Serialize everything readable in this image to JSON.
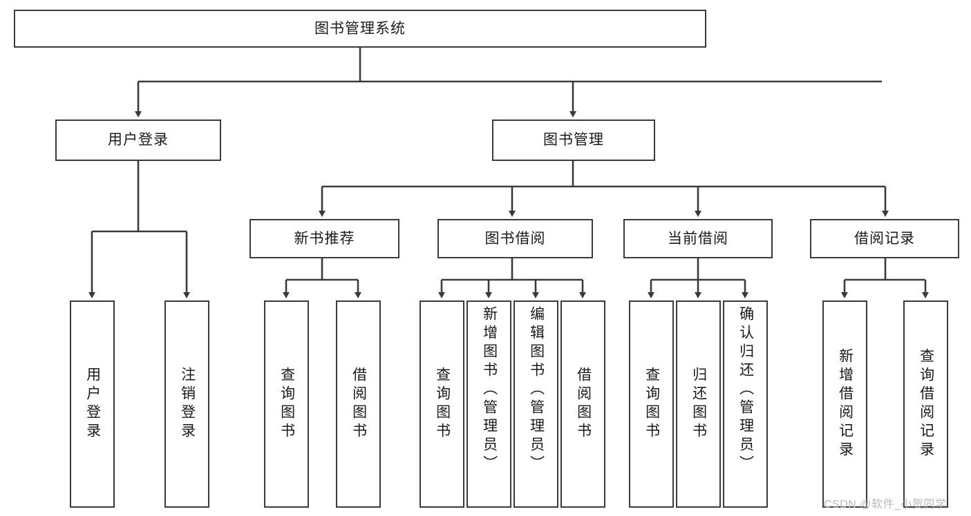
{
  "diagram": {
    "type": "tree-hierarchy-chart",
    "title": "图书管理系统",
    "accent_color": "#3a3a3a",
    "background_color": "#ffffff",
    "text_color": "#1a1a1a",
    "levels": [
      {
        "level": 1,
        "nodes": [
          {
            "id": "root",
            "label": "图书管理系统",
            "orientation": "horizontal"
          }
        ]
      },
      {
        "level": 2,
        "nodes": [
          {
            "id": "user-login",
            "label": "用户登录",
            "orientation": "horizontal"
          },
          {
            "id": "book-manage",
            "label": "图书管理",
            "orientation": "horizontal"
          }
        ]
      },
      {
        "level": 3,
        "nodes": [
          {
            "id": "new-book-recommend",
            "label": "新书推荐",
            "orientation": "horizontal"
          },
          {
            "id": "book-borrow",
            "label": "图书借阅",
            "orientation": "horizontal"
          },
          {
            "id": "current-borrow",
            "label": "当前借阅",
            "orientation": "horizontal"
          },
          {
            "id": "borrow-record",
            "label": "借阅记录",
            "orientation": "horizontal"
          }
        ]
      },
      {
        "level": 4,
        "nodes": [
          {
            "id": "leaf-user-login",
            "label": "用户登录",
            "orientation": "vertical",
            "parent": "user-login",
            "align": "center"
          },
          {
            "id": "leaf-logout-login",
            "label": "注销登录",
            "orientation": "vertical",
            "parent": "user-login",
            "align": "center"
          },
          {
            "id": "leaf-query-book-1",
            "label": "查询图书",
            "orientation": "vertical",
            "parent": "new-book-recommend",
            "align": "center"
          },
          {
            "id": "leaf-borrow-book-1",
            "label": "借阅图书",
            "orientation": "vertical",
            "parent": "new-book-recommend",
            "align": "center"
          },
          {
            "id": "leaf-query-book-2",
            "label": "查询图书",
            "orientation": "vertical",
            "parent": "book-borrow",
            "align": "center"
          },
          {
            "id": "leaf-add-book-admin",
            "label": "新增图书（管理员）",
            "orientation": "vertical",
            "parent": "book-borrow",
            "align": "top"
          },
          {
            "id": "leaf-edit-book-admin",
            "label": "编辑图书（管理员）",
            "orientation": "vertical",
            "parent": "book-borrow",
            "align": "top"
          },
          {
            "id": "leaf-borrow-book-2",
            "label": "借阅图书",
            "orientation": "vertical",
            "parent": "book-borrow",
            "align": "center"
          },
          {
            "id": "leaf-query-book-3",
            "label": "查询图书",
            "orientation": "vertical",
            "parent": "current-borrow",
            "align": "center"
          },
          {
            "id": "leaf-return-book",
            "label": "归还图书",
            "orientation": "vertical",
            "parent": "current-borrow",
            "align": "center"
          },
          {
            "id": "leaf-confirm-return-admin",
            "label": "确认归还（管理员）",
            "orientation": "vertical",
            "parent": "current-borrow",
            "align": "top"
          },
          {
            "id": "leaf-add-borrow-record",
            "label": "新增借阅记录",
            "orientation": "vertical",
            "parent": "borrow-record",
            "align": "center"
          },
          {
            "id": "leaf-query-borrow-record",
            "label": "查询借阅记录",
            "orientation": "vertical",
            "parent": "borrow-record",
            "align": "center"
          }
        ]
      }
    ]
  },
  "watermark": {
    "text": "CSDN @软件_小贺同学"
  }
}
